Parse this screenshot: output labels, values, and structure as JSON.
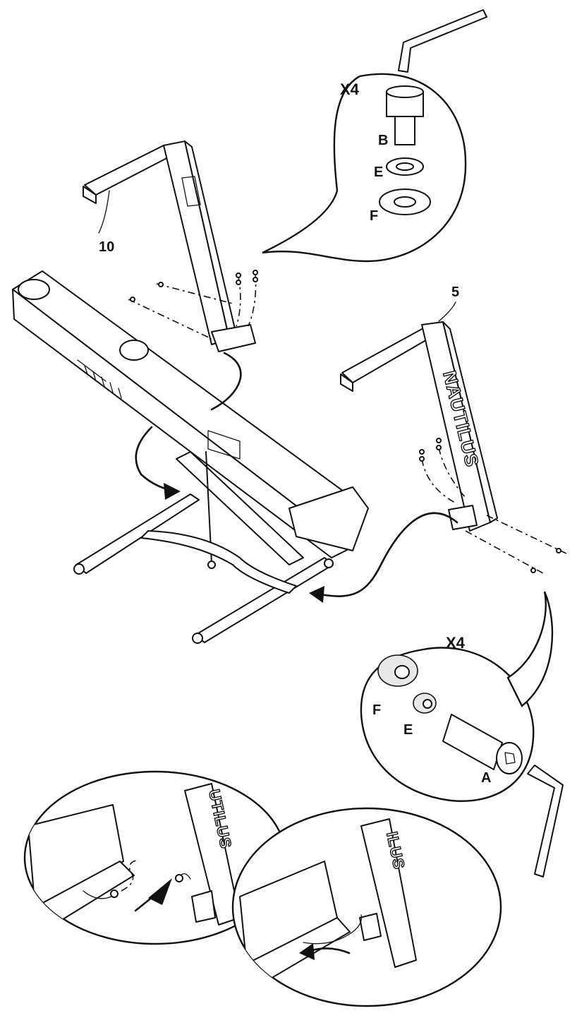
{
  "labels": {
    "upright_left": "10",
    "upright_right": "5",
    "qty_top": "X4",
    "qty_bottom": "X4",
    "part_b": "B",
    "part_e_top": "E",
    "part_f_top": "F",
    "part_f_bottom": "F",
    "part_e_bottom": "E",
    "part_a": "A"
  },
  "brand": {
    "upright_text": "NAUTILUS",
    "detail_text_left": "UTILUS",
    "detail_text_right": "ILUS"
  }
}
